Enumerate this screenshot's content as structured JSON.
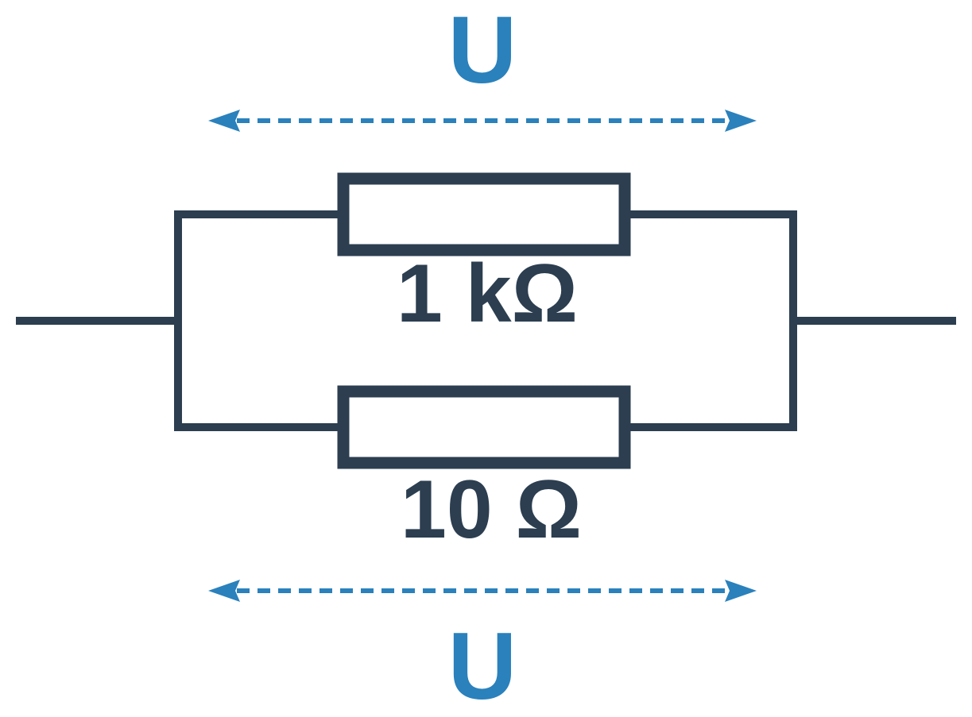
{
  "colors": {
    "wire": "#2c3e50",
    "voltage": "#2a81bc",
    "background": "#ffffff"
  },
  "voltage_top": {
    "label": "U"
  },
  "voltage_bottom": {
    "label": "U"
  },
  "resistor_top": {
    "value": "1 kΩ"
  },
  "resistor_bottom": {
    "value": "10 Ω"
  }
}
